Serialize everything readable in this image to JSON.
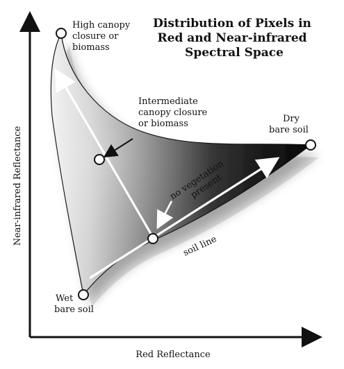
{
  "diagram": {
    "title": [
      "Distribution of Pixels in",
      "Red and Near-infrared",
      "Spectral Space"
    ],
    "axes": {
      "x_label": "Red Reflectance",
      "y_label": "Near-infrared Reflectance"
    },
    "points": {
      "high_canopy": [
        "High canopy",
        "closure or",
        "biomass"
      ],
      "intermediate": [
        "Intermediate",
        "canopy closure",
        "or biomass"
      ],
      "dry_soil": [
        "Dry",
        "bare soil"
      ],
      "wet_soil": [
        "Wet",
        "bare soil"
      ]
    },
    "annotations": {
      "no_vegetation": [
        "no vegetation",
        "present"
      ],
      "soil_line": "soil line"
    }
  },
  "colors": {
    "background": "#ffffff",
    "text": "#111111",
    "region_dark": "#151515",
    "region_mid": "#444444",
    "region_light": "#d7d7d7",
    "arrow_white": "#ffffff",
    "axis_black": "#111111"
  }
}
